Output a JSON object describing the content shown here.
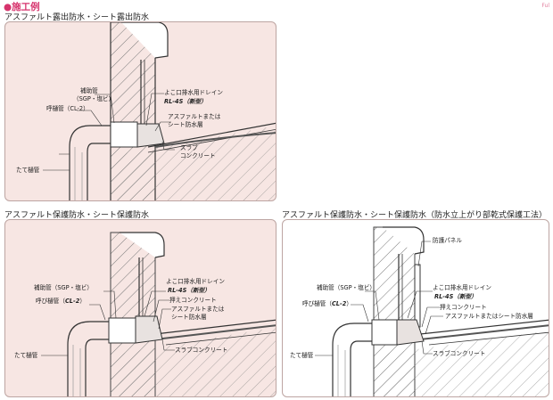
{
  "heading": "●施工例",
  "corner_mark": "Ful",
  "sections": [
    {
      "title": "アスファルト露出防水・シート露出防水",
      "labels": {
        "hojo": "補助管",
        "hojo_sub": "（SGP・塩ビ）",
        "yobitoi": "呼樋管（CL-2）",
        "tatetoi": "たて樋管",
        "drain": "よこ口排水用ドレイン",
        "drain_model": "RL-4S（新型）",
        "asphalt1": "アスファルトまたは",
        "asphalt2": "シート防水層",
        "slab1": "スラブ",
        "slab2": "コンクリート"
      }
    },
    {
      "title": "アスファルト保護防水・シート保護防水",
      "labels": {
        "hojo": "補助管（SGP・塩ビ）",
        "yobitoi_a": "呼び樋管（",
        "yobitoi_b": "CL-2",
        "yobitoi_c": "）",
        "tatetoi": "たて樋管",
        "drain": "よこ口排水用ドレイン",
        "drain_model": "RL-4S（新型）",
        "osae": "押えコンクリート",
        "asphalt1": "アスファルトまたは",
        "asphalt2": "シート防水層",
        "slab": "スラブコンクリート"
      }
    },
    {
      "title": "アスファルト保護防水・シート保護防水（防水立上がり部乾式保護工法）",
      "labels": {
        "panel": "防護パネル",
        "hojo": "補助管（SGP・塩ビ）",
        "yobitoi_a": "呼び樋管（",
        "yobitoi_b": "CL-2",
        "yobitoi_c": "）",
        "tatetoi": "たて樋管",
        "drain": "よこ口排水用ドレイン",
        "drain_model": "RL-4S（新型）",
        "osae": "押えコンクリート",
        "asphalt": "アスファルトまたはシート防水層",
        "slab": "スラブコンクリート"
      }
    }
  ],
  "colors": {
    "accent": "#d6336c",
    "panel_bg": "#f7e6e3",
    "panel_border": "#bda5a2",
    "line": "#333333",
    "pipe_fill": "#ffffff"
  }
}
